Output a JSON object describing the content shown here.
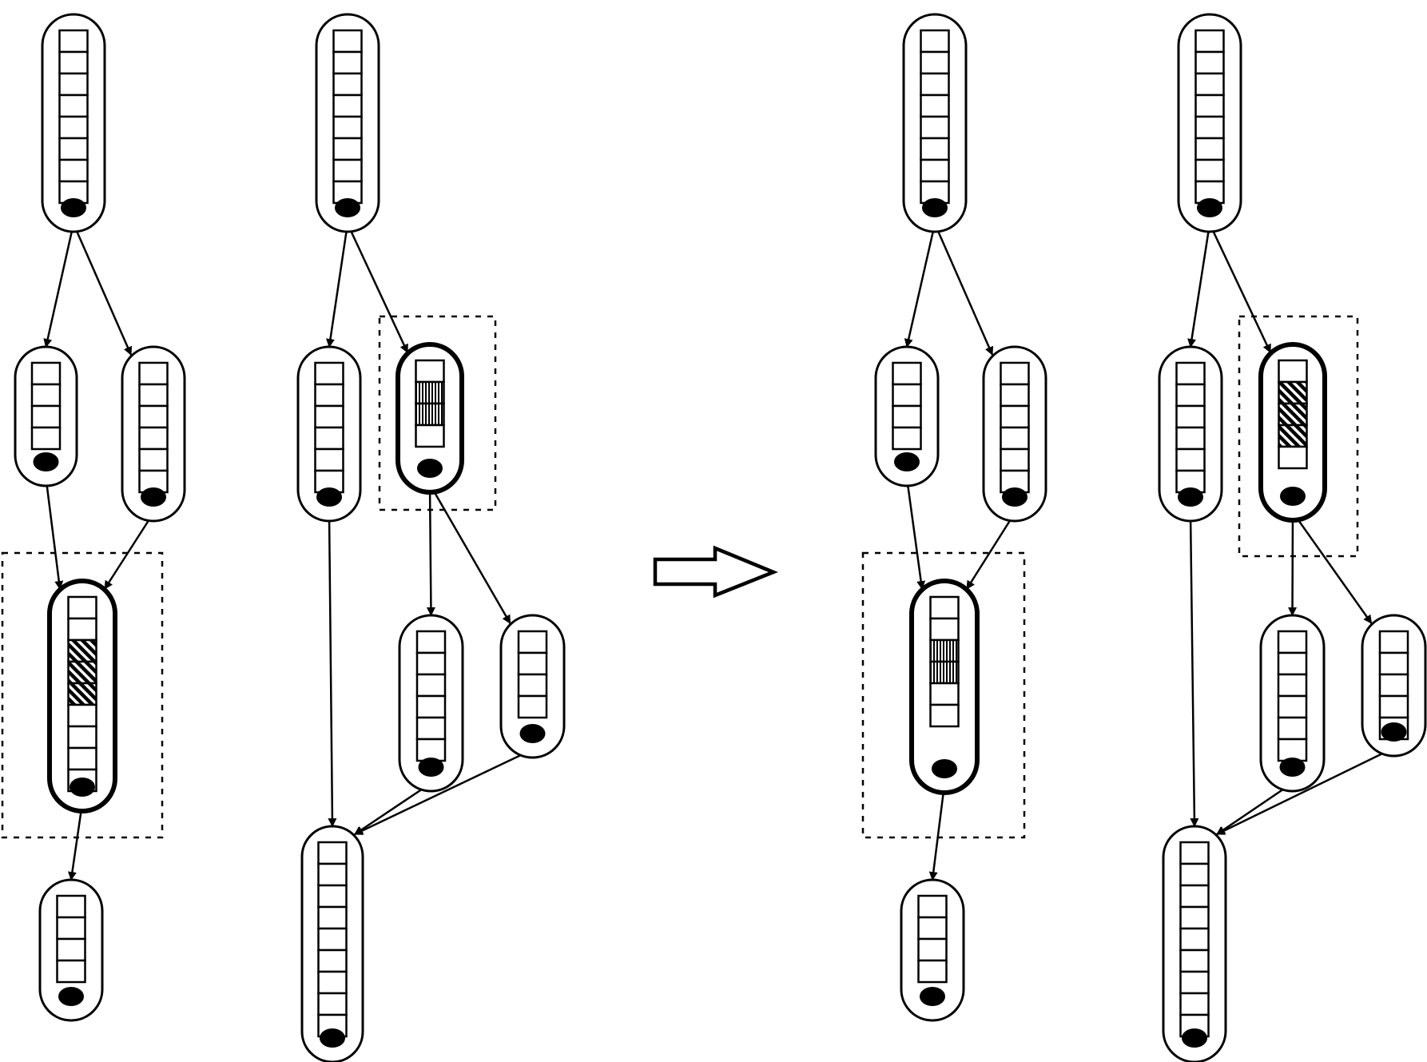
{
  "diagram": {
    "stroke_color": "#000000",
    "background_color": "#ffffff",
    "transition": {
      "icon": "right-hollow-arrow-icon"
    },
    "panels": [
      {
        "id": "panel-1",
        "nodes": [
          {
            "id": "p1-top",
            "slots": [
              "empty",
              "empty",
              "empty",
              "empty",
              "empty",
              "empty",
              "empty",
              "empty"
            ],
            "highlighted": false
          },
          {
            "id": "p1-left",
            "slots": [
              "empty",
              "empty",
              "empty",
              "empty"
            ],
            "highlighted": false
          },
          {
            "id": "p1-right",
            "slots": [
              "empty",
              "empty",
              "empty",
              "empty",
              "empty",
              "empty"
            ],
            "highlighted": false
          },
          {
            "id": "p1-merge",
            "slots": [
              "empty",
              "empty",
              "diagonal",
              "diagonal",
              "diagonal",
              "empty",
              "empty",
              "empty",
              "empty"
            ],
            "highlighted": true,
            "selection_box": true
          },
          {
            "id": "p1-bottom",
            "slots": [
              "empty",
              "empty",
              "empty",
              "empty"
            ],
            "highlighted": false
          }
        ],
        "edges": [
          [
            "p1-top",
            "p1-left"
          ],
          [
            "p1-top",
            "p1-right"
          ],
          [
            "p1-left",
            "p1-merge"
          ],
          [
            "p1-right",
            "p1-merge"
          ],
          [
            "p1-merge",
            "p1-bottom"
          ]
        ]
      },
      {
        "id": "panel-2",
        "nodes": [
          {
            "id": "p2-top",
            "slots": [
              "empty",
              "empty",
              "empty",
              "empty",
              "empty",
              "empty",
              "empty",
              "empty"
            ],
            "highlighted": false
          },
          {
            "id": "p2-left",
            "slots": [
              "empty",
              "empty",
              "empty",
              "empty",
              "empty",
              "empty"
            ],
            "highlighted": false
          },
          {
            "id": "p2-split",
            "slots": [
              "empty",
              "vertical",
              "vertical",
              "empty"
            ],
            "highlighted": true,
            "selection_box": true
          },
          {
            "id": "p2-child-a",
            "slots": [
              "empty",
              "empty",
              "empty",
              "empty",
              "empty",
              "empty"
            ],
            "highlighted": false
          },
          {
            "id": "p2-child-b",
            "slots": [
              "empty",
              "empty",
              "empty",
              "empty"
            ],
            "highlighted": false
          },
          {
            "id": "p2-bottom",
            "slots": [
              "empty",
              "empty",
              "empty",
              "empty",
              "empty",
              "empty",
              "empty",
              "empty",
              "empty"
            ],
            "highlighted": false
          }
        ],
        "edges": [
          [
            "p2-top",
            "p2-left"
          ],
          [
            "p2-top",
            "p2-split"
          ],
          [
            "p2-split",
            "p2-child-a"
          ],
          [
            "p2-split",
            "p2-child-b"
          ],
          [
            "p2-left",
            "p2-bottom"
          ],
          [
            "p2-child-a",
            "p2-bottom"
          ],
          [
            "p2-child-b",
            "p2-bottom"
          ]
        ]
      },
      {
        "id": "panel-3",
        "nodes": [
          {
            "id": "p3-top",
            "slots": [
              "empty",
              "empty",
              "empty",
              "empty",
              "empty",
              "empty",
              "empty",
              "empty"
            ],
            "highlighted": false
          },
          {
            "id": "p3-left",
            "slots": [
              "empty",
              "empty",
              "empty",
              "empty"
            ],
            "highlighted": false
          },
          {
            "id": "p3-right",
            "slots": [
              "empty",
              "empty",
              "empty",
              "empty",
              "empty",
              "empty"
            ],
            "highlighted": false
          },
          {
            "id": "p3-merge",
            "slots": [
              "empty",
              "empty",
              "vertical",
              "vertical",
              "empty",
              "empty"
            ],
            "highlighted": true,
            "selection_box": true
          },
          {
            "id": "p3-bottom",
            "slots": [
              "empty",
              "empty",
              "empty",
              "empty"
            ],
            "highlighted": false
          }
        ],
        "edges": [
          [
            "p3-top",
            "p3-left"
          ],
          [
            "p3-top",
            "p3-right"
          ],
          [
            "p3-left",
            "p3-merge"
          ],
          [
            "p3-right",
            "p3-merge"
          ],
          [
            "p3-merge",
            "p3-bottom"
          ]
        ]
      },
      {
        "id": "panel-4",
        "nodes": [
          {
            "id": "p4-top",
            "slots": [
              "empty",
              "empty",
              "empty",
              "empty",
              "empty",
              "empty",
              "empty",
              "empty"
            ],
            "highlighted": false
          },
          {
            "id": "p4-left",
            "slots": [
              "empty",
              "empty",
              "empty",
              "empty",
              "empty",
              "empty"
            ],
            "highlighted": false
          },
          {
            "id": "p4-split",
            "slots": [
              "empty",
              "diagonal",
              "diagonal",
              "diagonal",
              "empty"
            ],
            "highlighted": true,
            "selection_box": true
          },
          {
            "id": "p4-child-a",
            "slots": [
              "empty",
              "empty",
              "empty",
              "empty",
              "empty",
              "empty"
            ],
            "highlighted": false
          },
          {
            "id": "p4-child-b",
            "slots": [
              "empty",
              "empty",
              "empty",
              "empty",
              "empty"
            ],
            "highlighted": false
          },
          {
            "id": "p4-bottom",
            "slots": [
              "empty",
              "empty",
              "empty",
              "empty",
              "empty",
              "empty",
              "empty",
              "empty",
              "empty"
            ],
            "highlighted": false
          }
        ],
        "edges": [
          [
            "p4-top",
            "p4-left"
          ],
          [
            "p4-top",
            "p4-split"
          ],
          [
            "p4-split",
            "p4-child-a"
          ],
          [
            "p4-split",
            "p4-child-b"
          ],
          [
            "p4-left",
            "p4-bottom"
          ],
          [
            "p4-child-a",
            "p4-bottom"
          ],
          [
            "p4-child-b",
            "p4-bottom"
          ]
        ]
      }
    ]
  }
}
